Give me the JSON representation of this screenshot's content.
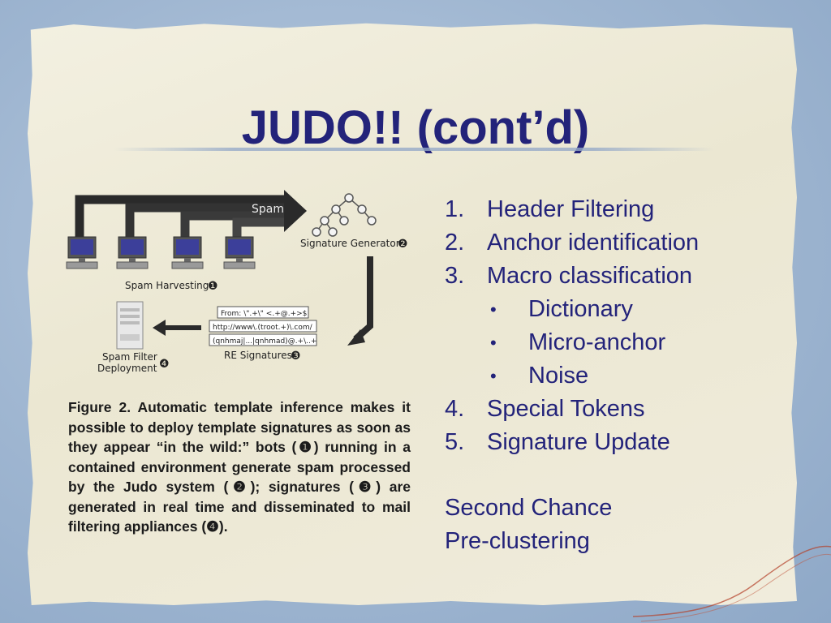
{
  "slide": {
    "title": "JUDO!! (cont’d)"
  },
  "figure": {
    "arrow_label": "Spam",
    "signature_generator_label": "Signature Generator",
    "signature_generator_marker": "❷",
    "spam_harvesting_label": "Spam Harvesting",
    "spam_harvesting_marker": "❶",
    "regex_lines": [
      "From: \\\".+\\\" <.+@.+>$",
      "http://www\\.(troot.+)\\.com/",
      "(qnhmaj|...|qnhmad)@.+\\..+"
    ],
    "re_signatures_label": "RE Signatures",
    "re_signatures_marker": "❸",
    "spam_filter_label_1": "Spam Filter",
    "spam_filter_label_2": "Deployment",
    "spam_filter_marker": "❹",
    "caption": "Figure 2.  Automatic template inference makes it possible to deploy template signatures as soon as they appear “in the wild:” bots (❶) running in a contained environment generate spam processed by the Judo system (❷); signatures (❸) are generated in real time and disseminated to mail filtering appliances (❹)."
  },
  "list": {
    "items": [
      {
        "marker": "1.",
        "label": "Header Filtering"
      },
      {
        "marker": "2.",
        "label": "Anchor identification"
      },
      {
        "marker": "3.",
        "label": "Macro classification"
      },
      {
        "marker": "•",
        "label": "Dictionary"
      },
      {
        "marker": "•",
        "label": "Micro-anchor"
      },
      {
        "marker": "•",
        "label": "Noise"
      },
      {
        "marker": "4.",
        "label": "Special Tokens"
      },
      {
        "marker": "5.",
        "label": "Signature Update"
      }
    ],
    "extra_line_1": "Second Chance",
    "extra_line_2": "Pre-clustering"
  },
  "colors": {
    "title": "#23237a",
    "text": "#23237a",
    "background": "#9fb6d1",
    "paper": "#efebd8"
  }
}
